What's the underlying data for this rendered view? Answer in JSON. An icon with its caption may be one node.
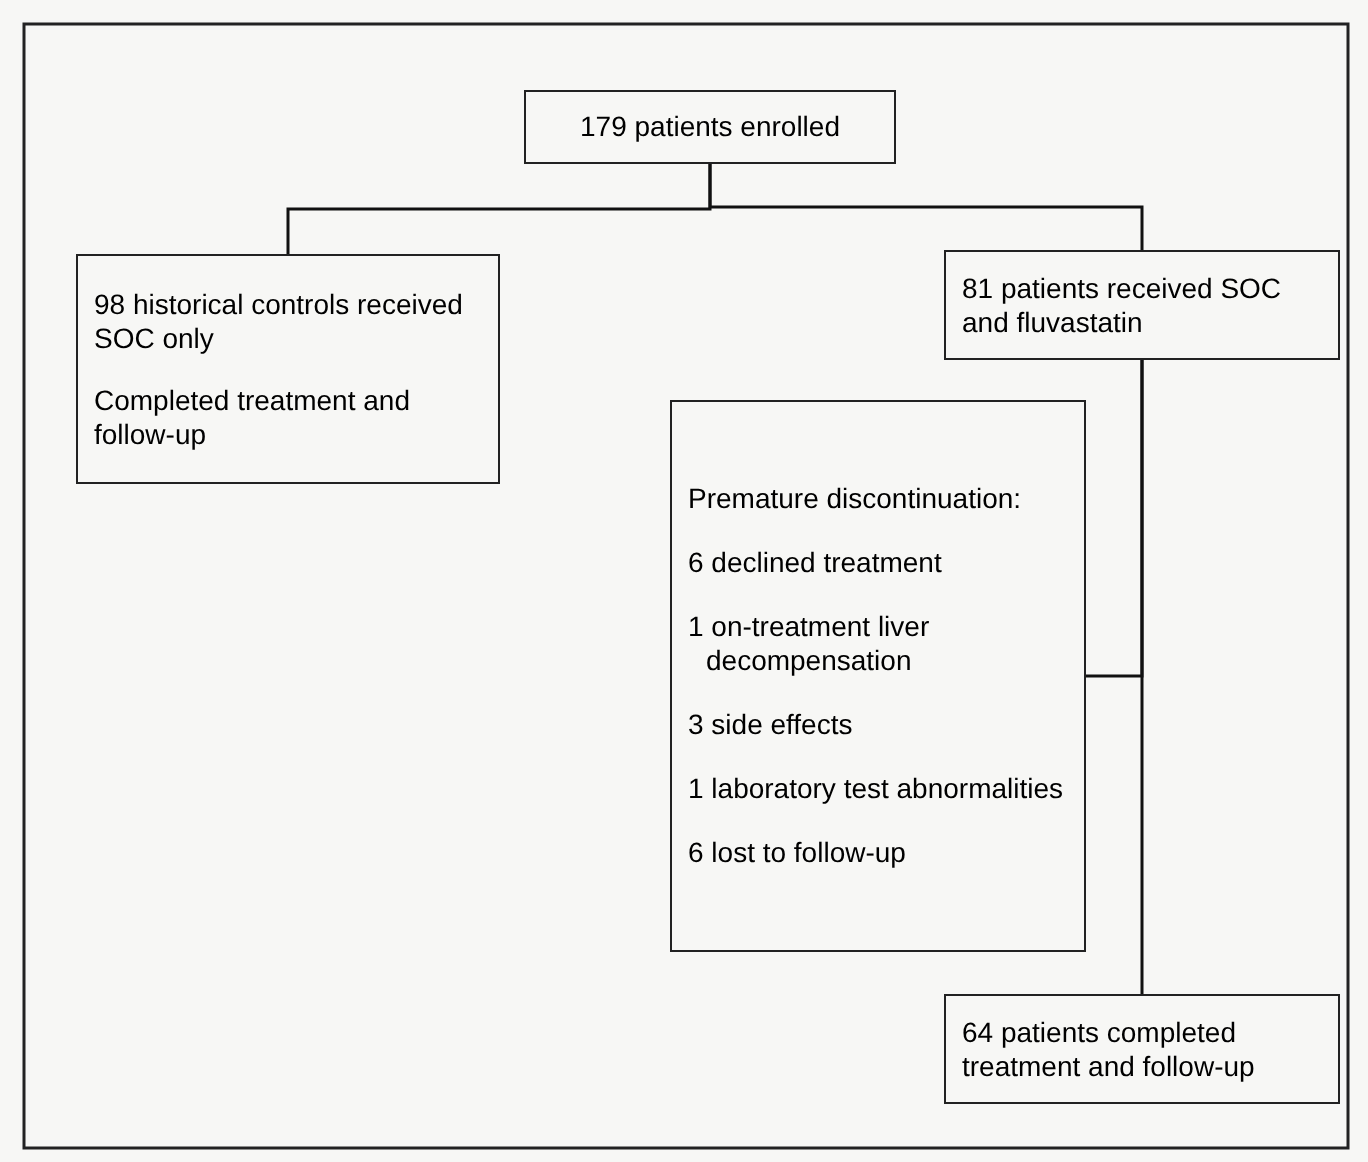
{
  "diagram": {
    "nodes": [
      {
        "text": [
          "179 patients enrolled"
        ]
      },
      {
        "text": [
          "98 historical controls received SOC only",
          "Completed treatment and follow-up"
        ]
      },
      {
        "text": [
          "81 patients received SOC and fluvastatin"
        ]
      },
      {
        "text": [
          "Premature discontinuation:",
          "6 declined treatment",
          "1 on-treatment liver decompensation",
          "3 side effects",
          "1 laboratory test abnormalities",
          "6 lost to follow-up"
        ]
      },
      {
        "text": [
          "64 patients completed treatment and follow-up"
        ]
      }
    ],
    "edges": [
      {
        "from": 0,
        "to": 1,
        "arrow": "none"
      },
      {
        "from": 0,
        "to": 2,
        "arrow": "none"
      },
      {
        "from": 2,
        "to": 3,
        "arrow": "none"
      },
      {
        "from": 2,
        "to": 4,
        "arrow": "none"
      }
    ]
  }
}
